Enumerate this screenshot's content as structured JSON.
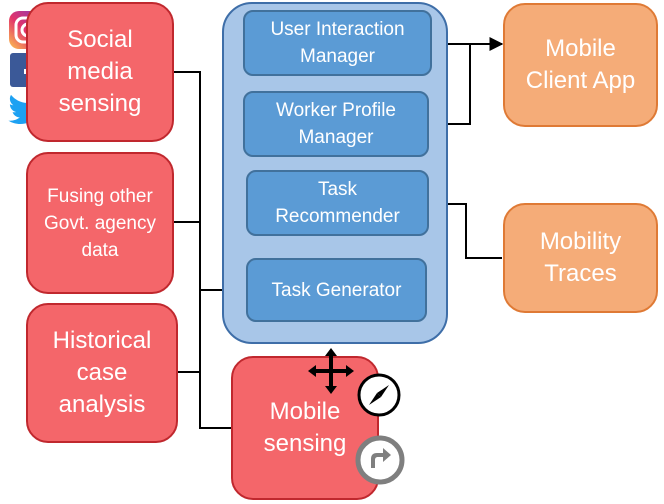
{
  "left_sources": {
    "social": "Social\nmedia\nsensing",
    "govt": "Fusing other\nGovt. agency\ndata",
    "historical": "Historical\ncase\nanalysis"
  },
  "mobile_sensing": "Mobile\nsensing",
  "platform": {
    "user_interaction": "User Interaction\nManager",
    "worker_profile": "Worker Profile\nManager",
    "task_recommender": "Task\nRecommender",
    "task_generator": "Task Generator"
  },
  "outputs": {
    "mobile_client": "Mobile\nClient App",
    "mobility_traces": "Mobility\nTraces"
  },
  "icons": [
    "instagram-icon",
    "facebook-icon",
    "twitter-icon",
    "move-arrows-icon",
    "compass-icon",
    "navigation-icon"
  ],
  "colors": {
    "source_red": "#f4666a",
    "module_blue": "#5b9bd5",
    "platform_blue": "#a8c6e8",
    "output_orange": "#f5ac78"
  }
}
